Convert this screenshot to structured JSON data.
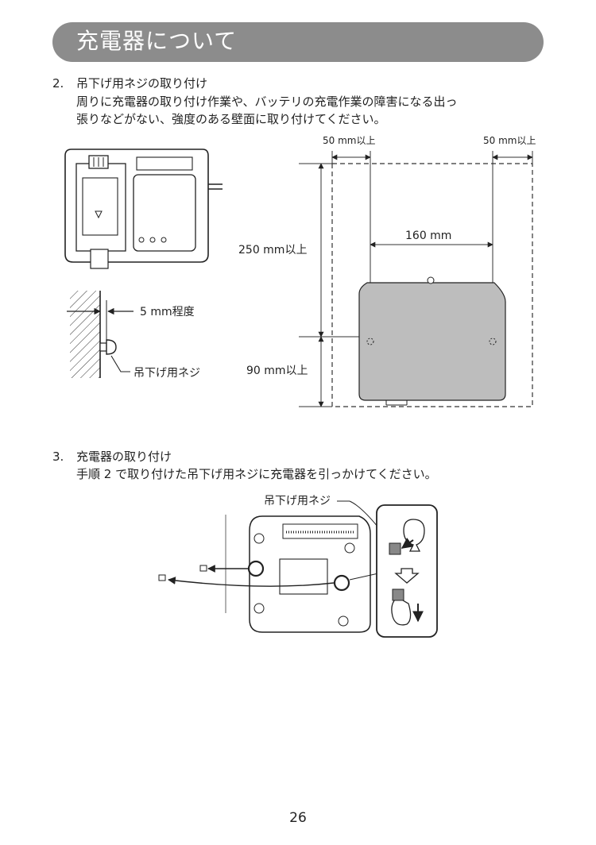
{
  "header": {
    "title": "充電器について"
  },
  "step2": {
    "number": "2.",
    "title": "吊下げ用ネジの取り付け",
    "body_line1": "周りに充電器の取り付け作業や、バッテリの充電作業の障害になる出っ",
    "body_line2": "張りなどがない、強度のある壁面に取り付けてください。"
  },
  "diagram1": {
    "screw_gap_label": "5 mm程度",
    "screw_label": "吊下げ用ネジ",
    "clearance_left": "50 mm以上",
    "clearance_right": "50 mm以上",
    "hole_spacing": "160 mm",
    "clearance_top": "250 mm以上",
    "clearance_bottom": "90 mm以上"
  },
  "step3": {
    "number": "3.",
    "title": "充電器の取り付け",
    "body": "手順 2 で取り付けた吊下げ用ネジに充電器を引っかけてください。"
  },
  "diagram2": {
    "screw_label": "吊下げ用ネジ"
  },
  "page_number": "26"
}
